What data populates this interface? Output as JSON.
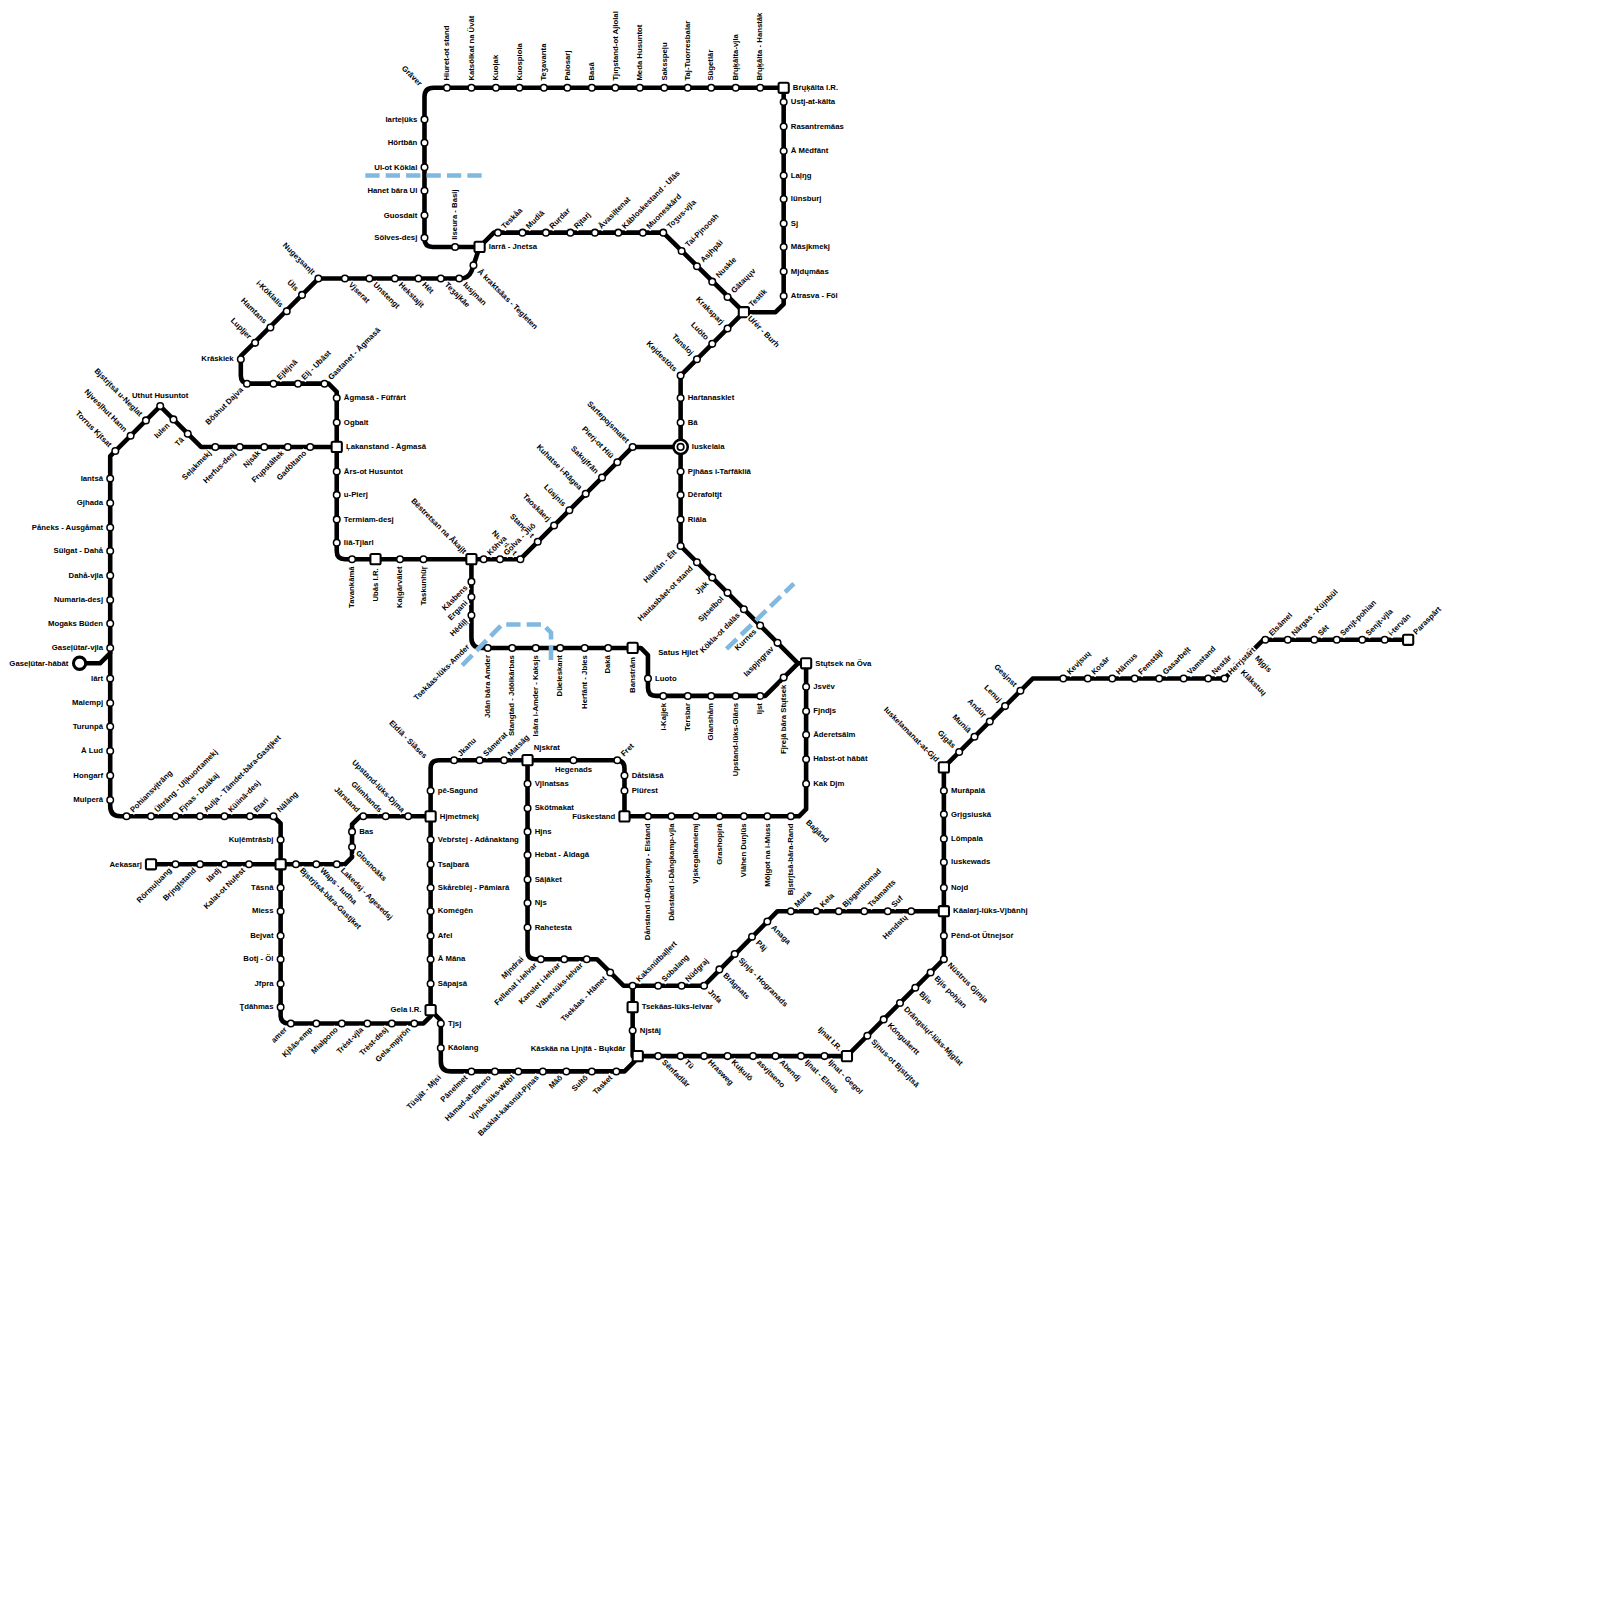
{
  "diagram": {
    "labels": [
      "Grāver",
      "Hiuret-ot stand",
      "Katsölkat na Üvāt",
      "Kuoļak",
      "Kuospiola",
      "Teʒavanta",
      "Palosarj",
      "Basā",
      "Tjıŋstand-ot Ajlolal",
      "Meda Husuntot",
      "Saksspeļu",
      "Taj-Tuorresbalar",
      "Sügetlār",
      "Bŕųķālta-vjla",
      "Bŕųķālta - Hanstāk",
      "Bŕųķālta I.R.",
      "Ustj-at-kālta",
      "Rasantremāas",
      "Ā Mēdfānt",
      "Laļŋg",
      "Iünsburj",
      "Sj",
      "Māsjkmekj",
      "Mjdųmāas",
      "Atrasva - Föl",
      "Iarteļüks",
      "Hörtbān",
      "Ul-ot Köklal",
      "Hanet bāra Ul",
      "Guosdait",
      "Sölves-desj",
      "Iiseura - Basij",
      "Iarrā - Jnetsa",
      "Teskåa",
      "Mudiā",
      "Ruŗdar",
      "Rjtarj",
      "Āvasiļtenat",
      "Kābloskestand - Ulās",
      "Muoneskārd",
      "Toʒus-vjla",
      "Tai-Pjnoosh",
      "Asjhpāi",
      "Nuskle",
      "Gātaųųv",
      "Testik",
      "Uŕėr - Burh",
      "Kraksparj",
      "Luöto",
      "Tansloj",
      "Kejdestöts",
      "Haŕtanasklet",
      "Bā",
      "Iuskelaia",
      "Pjhāas i-Taŕfākliā",
      "Dērafoltjt",
      "Riāla",
      "Haitŕān - Ēlt",
      "Hautasbāet-ot stand",
      "Jjak",
      "Sjtselbol",
      "Kökla-ot dalās",
      "Kurnes",
      "Iaspjngrav",
      "Stųtsek na Öva",
      "Jsvëv",
      "Fjndjs",
      "Āderetsālm",
      "Habst-ot hābāt",
      "Kak Djm",
      "Bağānd",
      "Dånstand i-Dångkamp - Elstand",
      "Dånstand i-Dångkamp-vjla",
      "Vjskegalkaniemj",
      "Grashopjrā",
      "Vlāhen Duŋlüs",
      "Mōļgot na i-Muss",
      "Bjstrjtsā-bāra-Rand",
      "Füskestand",
      "Dåtsiāsā",
      "Piüŕest",
      "Sartepojsmalet",
      "Pierj-ot Hiū",
      "Sakųjfrān",
      "Kuhatse i-Rāgea",
      "Lüsjnis",
      "Taoskāerj",
      "Stangjet",
      "Nuļfrālet",
      "Golva - Jliō",
      "Kōhva",
      "Bēstretsan na Ākajļt",
      "Taskunhüŗ",
      "Kaļgārvālet",
      "Ubās I.R.",
      "Tavankāmā",
      "Kāsbens",
      "Ergani",
      "Hēdiļļ",
      "Tsekāas-lüks-Amder",
      "Jdān bāra Amder",
      "Stangtad - Jdōlkārbas",
      "Isāra i-Amder - Kaksjs",
      "Düeleskant",
      "Herfānt - Jbles",
      "Dakā",
      "Banstrām",
      "Satus Hjlet",
      "Luoto",
      "i-Kajjek",
      "Tersbar",
      "Glanshåm",
      "Upstand-lüks-Glāns",
      "Ijst",
      "Fjrejā bāra Stųtsek",
      "Āgmasā - Füfŕārt",
      "Ogbalt",
      "Ļakanstand - Āgmasā",
      "Ārs-ot Husuntot",
      "u-Pierj",
      "Termiam-desj",
      "Iiā-Tjlarl",
      "Gastanet - Āgmasā",
      "Elj - Ubāst",
      "Ejlējnā",
      "Bŏshut Dajva",
      "Krāskiek",
      "Lupļjer",
      "Hamtans",
      "i-Köklalis",
      "Üls",
      "Nugeʒsanļt",
      "Vjserat",
      "Unstengt",
      "Hekstajit",
      "Hēt",
      "Teʒajkāe",
      "Iusjman",
      "Ā kraktsāas - Tegleten",
      "Gadōltano",
      "Frųpstāltek",
      "Njsāk",
      "Herfus-desj",
      "Seļakmekj",
      "Tā",
      "Iulen",
      "Uthut Husuntot",
      "Bjstrjtsā u-Neglat",
      "Njvesļhut Hann",
      "Torrus Kjtsat",
      "Iantsā",
      "Gjhada",
      "Påneks - Ausgåmat",
      "Sülgat - Dahå",
      "Dahå-vjla",
      "Numaria-desj",
      "Mogaks Büden",
      "Gaseļütaŕ-vjla",
      "Gaseļütar-hābāt",
      "Iārt",
      "Malempj",
      "Turunpā",
      "Ā Lud",
      "Hongarf",
      "Mulperā",
      "Pohiansvįtrāng",
      "Ültrāng - Ulįkuortamekj",
      "Fjnas - Duākaj",
      "Aulja - Tāmdet-bāra-Gastjket",
      "Küiinā-desj",
      "Etari",
      "Nālāng",
      "Kuļēmtrāsbj",
      "Tāsnā",
      "Miess",
      "Bejvat",
      "Botj - Öl",
      "Jfpra",
      "Ʈdāhmas",
      "amer",
      "Kjšās-emp",
      "Mialpono",
      "Trėst-vjla",
      "Trėst-desj",
      "Gela-mpjrön",
      "Gela I.R.",
      "Aekasarj",
      "Rörmuļuang",
      "Brjngļstand",
      "Iārdj",
      "Kalat-ot Nuļest",
      "Bjstrjtsā-bāra-Gastjket",
      "Waps - Iudha",
      "Lakedsj - Agesedsj",
      "Glosnoāks",
      "Bas",
      "Jārstand",
      "Glimhands",
      "Upstand-lüks-Djma",
      "Eldiā - Siāses",
      "Jkanu",
      "Sāmerat",
      "Matsāg",
      "Njskŕat",
      "Hegenads",
      "Fret",
      "pē-Sagund",
      "Hjmetmekj",
      "Vebŕstej - Adånaktang",
      "Tsajbarā",
      "Skårebléj - Pāmiarā",
      "Komégēn",
      "Afel",
      "Ā Māna",
      "Sāpajsā",
      "Tjsj",
      "Kāolang",
      "Tüsjät - Mjsi",
      "Pānelmet",
      "Hāmad-at-Elkero",
      "Vjnās-lüks-Wēbl",
      "Basklat-kaksnüt-Pjnas",
      "Māō",
      "Sultō",
      "Tasket",
      "Kāskäa na Ljnjtā - Bųkdār",
      "Tsekāas-lüks-Ielvar",
      "Njstāj",
      "Sēnfadlār",
      "Tü",
      "Hrasweg",
      "Kuķulō",
      "asvjtseno",
      "Abendj",
      "Ijnat - Elnüs",
      "Ijnat - Gegol",
      "Ijnat I.R.",
      "Sjnus-ot Bjstrjtsā",
      "Kōnguāertt",
      "Drāngsiųŕ-lüks-Mjglat",
      "Bjis",
      "Bjis pohjan",
      "Nüstrus Gjmja",
      "Iuskelamanat-at-Gjd",
      "Murāpalā",
      "Grįgsiuskā",
      "Lömpala",
      "Iuskewads",
      "Nojd",
      "Kāalarj-lüks-Vjbānhj",
      "Pēnd-ot Ütnejsoŕ",
      "Gjgās",
      "Muniā",
      "Andūŗ",
      "Lenuj",
      "Gesjnst",
      "Kevjsuų",
      "Kosār",
      "Hārnus",
      "Femstājl",
      "Gasarbeļt",
      "Vamstand",
      "Nestār",
      "Herrjstārt",
      "Klākstuų",
      "Mjgis",
      "Elsāmel",
      "Nārgas - Küjnbül",
      "Sēt",
      "Senjt-pohian",
      "Senjt-vjla",
      "i-tervān",
      "Paraspārt",
      "Maria",
      "Kela",
      "Bjsgantiomad",
      "Tsāmants",
      "Suf",
      "Hendstų",
      "Anaga",
      "Pāj",
      "Sjnjs - Hogranads",
      "Brāgnats",
      "Jnfa",
      "Nüdgraj",
      "Sobalang",
      "Kaksnütbaļļert",
      "Tsekāas - Hāmet",
      "Vābet-lüks-Ielvar",
      "Kanslet i-Ielvar",
      "Fellenat i-Ielvar",
      "Mjndrai",
      "Vjlnatsas",
      "Skötmakat",
      "Hjns",
      "Hebat - Āldagā",
      "Sāļāket",
      "Njs",
      "Rahetesta"
    ]
  }
}
